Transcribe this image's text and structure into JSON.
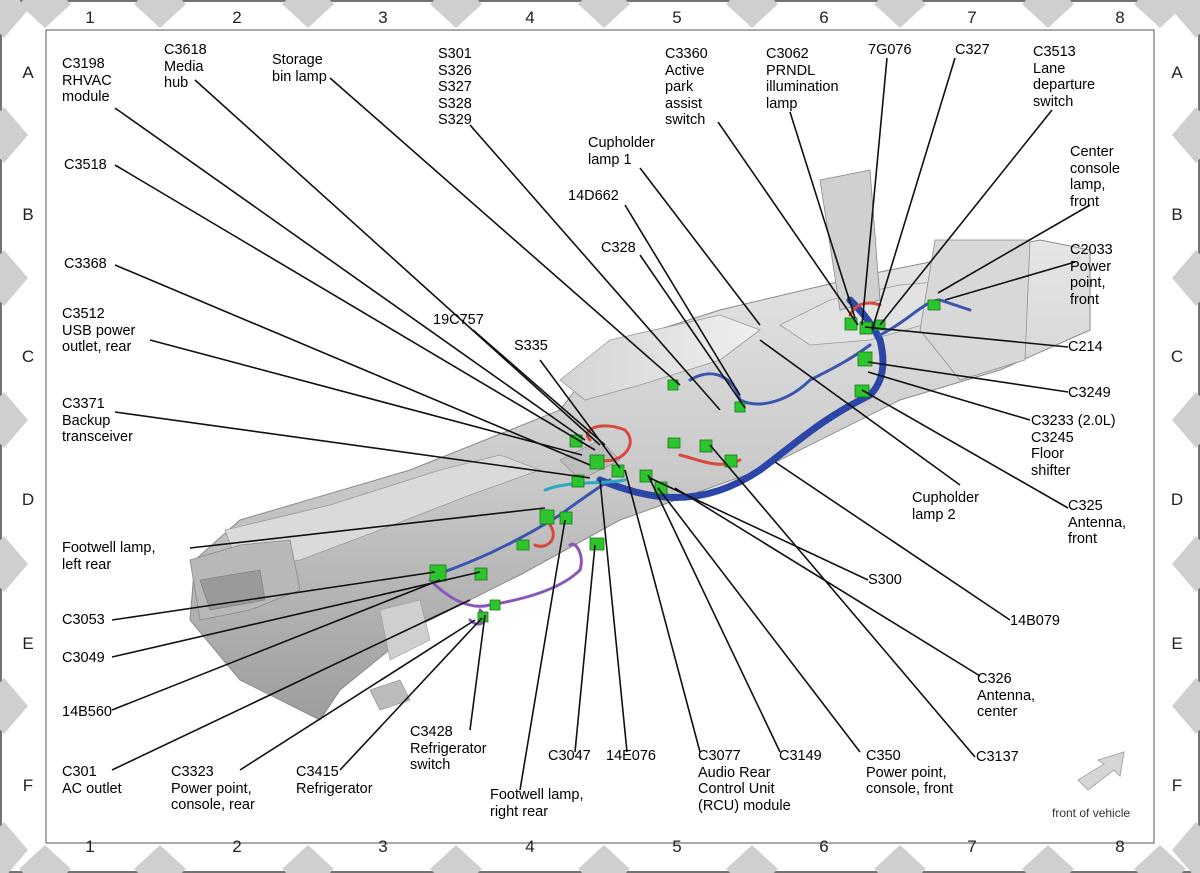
{
  "grid": {
    "columns": [
      "1",
      "2",
      "3",
      "4",
      "5",
      "6",
      "7",
      "8"
    ],
    "rows": [
      "A",
      "B",
      "C",
      "D",
      "E",
      "F"
    ]
  },
  "labels": {
    "c3198": "C3198\nRHVAC\nmodule",
    "c3618": "C3618\nMedia\nhub",
    "storage_bin_lamp": "Storage\nbin lamp",
    "splices_s301_s329": "S301\nS326\nS327\nS328\nS329",
    "c3360": "C3360\nActive\npark\nassist\nswitch",
    "c3062": "C3062\nPRNDL\nillumination\nlamp",
    "7g076": "7G076",
    "c327": "C327",
    "c3513": "C3513\nLane\ndeparture\nswitch",
    "cupholder_lamp_1": "Cupholder\nlamp 1",
    "c3518": "C3518",
    "14d662": "14D662",
    "center_console_lamp": "Center\nconsole\nlamp,\nfront",
    "c328": "C328",
    "c2033": "C2033\nPower\npoint,\nfront",
    "c3368": "C3368",
    "c3512": "C3512\nUSB power\noutlet, rear",
    "19c757": "19C757",
    "c214": "C214",
    "s335": "S335",
    "c3249": "C3249",
    "c3371": "C3371\nBackup\ntransceiver",
    "c3233": "C3233 (2.0L)\nC3245\nFloor\nshifter",
    "cupholder_lamp_2": "Cupholder\nlamp 2",
    "c325": "C325\nAntenna,\nfront",
    "footwell_left": "Footwell lamp,\nleft rear",
    "s300": "S300",
    "c3053": "C3053",
    "14b079": "14B079",
    "c3049": "C3049",
    "c326": "C326\nAntenna,\ncenter",
    "14b560": "14B560",
    "c3428": "C3428\nRefrigerator\nswitch",
    "c3047": "C3047",
    "14e076": "14E076",
    "c3077": "C3077\nAudio Rear\nControl Unit\n(RCU) module",
    "c3149": "C3149",
    "c350": "C350\nPower point,\nconsole, front",
    "c3137": "C3137",
    "c301": "C301\nAC outlet",
    "c3323": "C3323\nPower point,\nconsole, rear",
    "c3415": "C3415\nRefrigerator",
    "footwell_right": "Footwell lamp,\nright rear"
  },
  "front_of_vehicle": "front of vehicle",
  "colors": {
    "harness_blue": "#3a55b0",
    "harness_red": "#d8483c",
    "harness_purple": "#8a55b8",
    "harness_cyan": "#2aa8c4",
    "connector_green": "#2ec42e",
    "console_gray": "#c4c4c4"
  }
}
